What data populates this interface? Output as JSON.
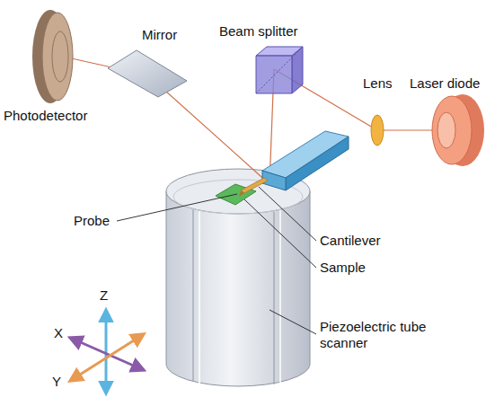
{
  "diagram": {
    "labels": [
      "Mirror",
      "Beam splitter",
      "Lens",
      "Laser diode",
      "Photodetector",
      "Probe",
      "Cantilever",
      "Sample",
      "Z",
      "X",
      "Y",
      "Piezoelectric tube scanner"
    ]
  }
}
